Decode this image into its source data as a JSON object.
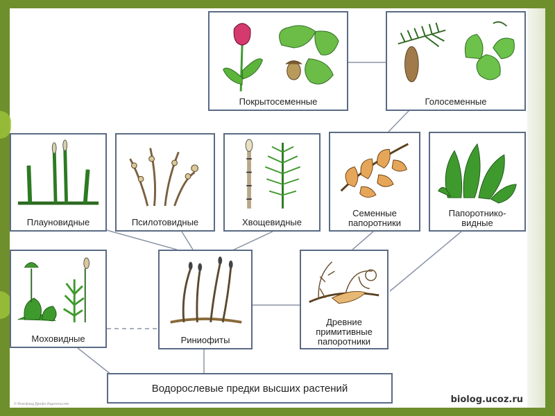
{
  "groups": {
    "angiosperms": "Покрытосеменные",
    "gymnosperms": "Голосеменные",
    "lycophytes": "Плауновидные",
    "psilotophytes": "Псилотовидные",
    "horsetails": "Хвощевидные",
    "seed_ferns": [
      "Семенные",
      "папоротники"
    ],
    "ferns": [
      "Папоротнико-",
      "видные"
    ],
    "mosses": "Моховидные",
    "rhyniophytes": "Риниофиты",
    "ancient_ferns": [
      "Древние",
      "примитивные",
      "папоротники"
    ],
    "ancestors": "Водорослевые предки высших растений"
  },
  "watermark": "biolog.ucoz.ru",
  "copyright": "© Фоксфорд Дрофа Издательство",
  "colors": {
    "background": "#6f8e2c",
    "box_border": "#5a6a84",
    "plant_green": "#3f9a2e",
    "flower_pink": "#d43a6e",
    "brown": "#8a6a3a"
  }
}
